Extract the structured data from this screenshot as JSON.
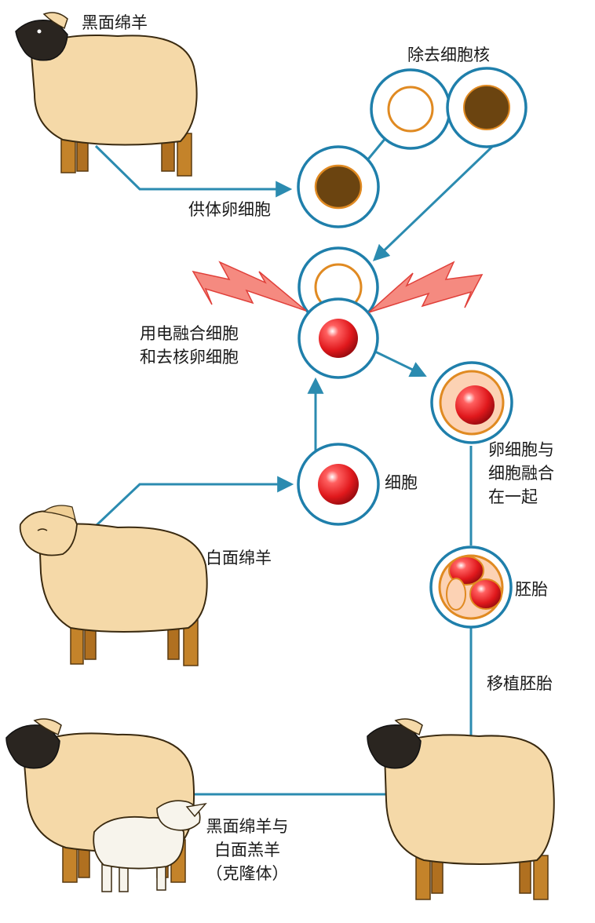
{
  "labels": {
    "black_face_sheep": "黑面绵羊",
    "remove_nucleus": "除去细胞核",
    "donor_egg_cell": "供体卵细胞",
    "electrofusion_line1": "用电融合细胞",
    "electrofusion_line2": "和去核卵细胞",
    "cell": "细胞",
    "fusion_line1": "卵细胞与",
    "fusion_line2": "细胞融合",
    "fusion_line3": "在一起",
    "white_face_sheep": "白面绵羊",
    "embryo": "胚胎",
    "transplant_embryo": "移植胚胎",
    "result_line1": "黑面绵羊与",
    "result_line2": "白面羔羊",
    "result_line3": "（克隆体）"
  },
  "colors": {
    "arrow": "#2b8bb0",
    "cell_ring": "#1f7fab",
    "wool": "#f5d9a8",
    "lamb_wool": "#f7f4ec",
    "legs": "#c4832a",
    "black_face": "#2a2520",
    "nucleus": "#6b4410",
    "nucleus_rim": "#e08a22",
    "red_nucleus": "#e0181c",
    "lightning": "#f58a80"
  }
}
